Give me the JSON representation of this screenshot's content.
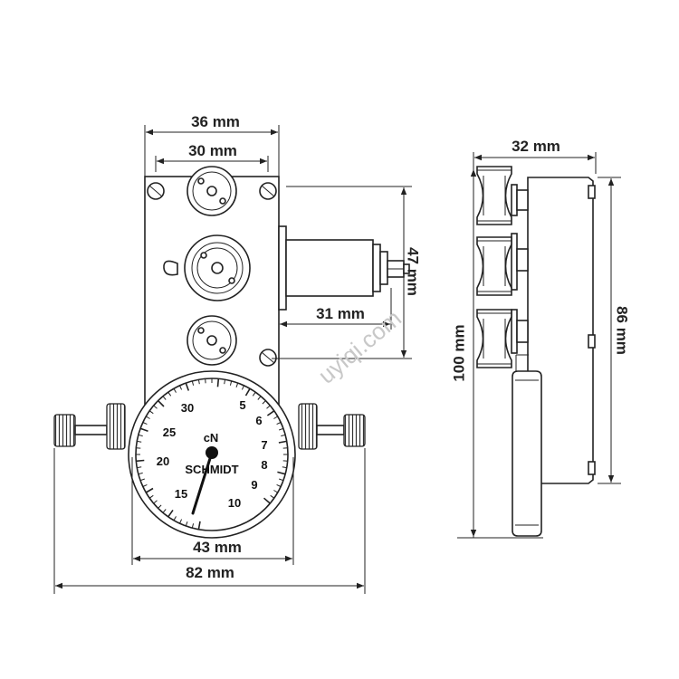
{
  "dimensions": {
    "width_top": "36 mm",
    "width_head": "30 mm",
    "shaft_height": "47 mm",
    "shaft_length": "31 mm",
    "total_height": "100 mm",
    "dial_width": "43 mm",
    "total_width": "82 mm",
    "side_depth": "32 mm",
    "side_height": "86 mm"
  },
  "dial": {
    "unit": "cN",
    "brand": "SCHMIDT",
    "numbers": [
      "30",
      "25",
      "20",
      "15",
      "10",
      "9",
      "8",
      "7",
      "6",
      "5"
    ]
  },
  "watermark": "uyiqi.com"
}
